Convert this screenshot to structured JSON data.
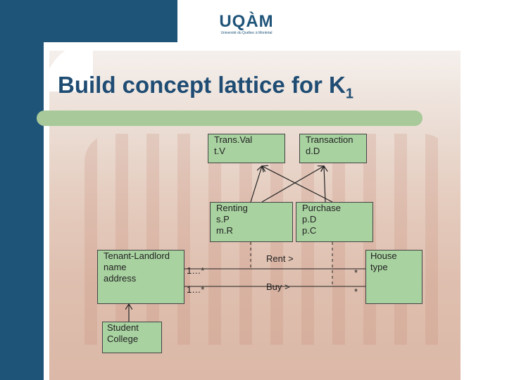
{
  "logo": {
    "name": "UQÀM",
    "subtitle": "Université du Québec à Montréal"
  },
  "title": {
    "main": "Build concept lattice for K",
    "subscript": "1"
  },
  "classes": {
    "transval": [
      "Trans.Val",
      "t.V"
    ],
    "transaction": [
      "Transaction",
      "d.D"
    ],
    "renting": [
      "Renting",
      "s.P",
      "m.R"
    ],
    "purchase": [
      "Purchase",
      "p.D",
      "p.C"
    ],
    "tenant": [
      "Tenant-Landlord",
      "name",
      "address"
    ],
    "house": [
      "House",
      "type"
    ],
    "student": [
      "Student",
      "College"
    ]
  },
  "associations": {
    "rent_label": "Rent  >",
    "buy_label": "Buy  >",
    "rent_left_mult": "1…*",
    "buy_left_mult": "1…*",
    "rent_right_mult": "*",
    "buy_right_mult": "*"
  },
  "colors": {
    "brand_blue": "#1f5479",
    "box_green": "#a8d2a0",
    "rule_green": "#a8c99a"
  }
}
